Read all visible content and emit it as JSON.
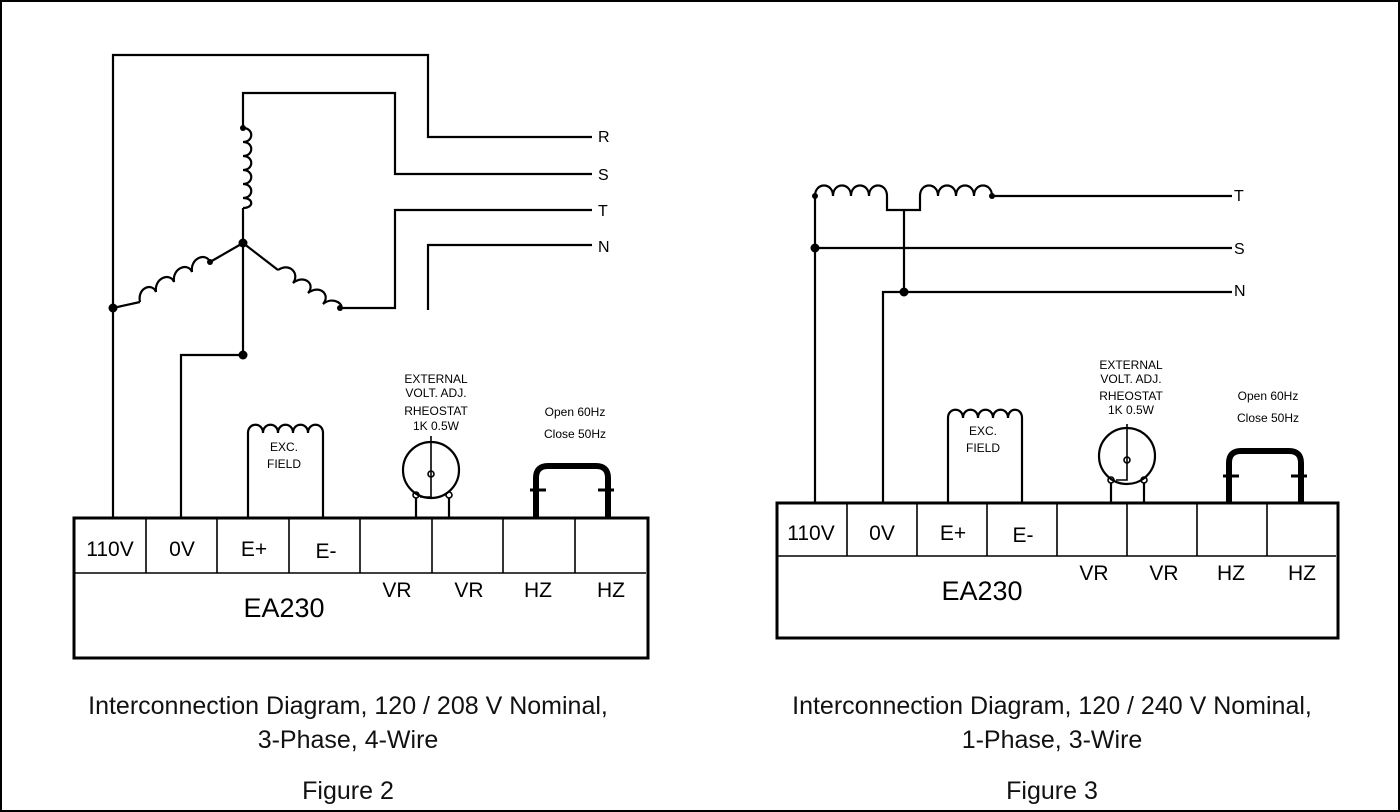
{
  "figure2": {
    "lines": [
      "R",
      "S",
      "T",
      "N"
    ],
    "terminals_top": [
      "110V",
      "0V",
      "E+",
      "E-",
      "",
      "",
      "",
      ""
    ],
    "terminals_bottom": [
      "VR",
      "VR",
      "HZ",
      "HZ"
    ],
    "regulator": "EA230",
    "exc_field": [
      "EXC.",
      "FIELD"
    ],
    "rheostat": [
      "EXTERNAL",
      "VOLT. ADJ.",
      "RHEOSTAT",
      "1K 0.5W"
    ],
    "jumper_note": [
      "Open  60Hz",
      "Close 50Hz"
    ],
    "caption_line1": "Interconnection Diagram, 120 / 208 V Nominal,",
    "caption_line2": "3-Phase, 4-Wire",
    "figure_label": "Figure 2"
  },
  "figure3": {
    "lines": [
      "T",
      "S",
      "N"
    ],
    "terminals_top": [
      "110V",
      "0V",
      "E+",
      "E-",
      "",
      "",
      "",
      ""
    ],
    "terminals_bottom": [
      "VR",
      "VR",
      "HZ",
      "HZ"
    ],
    "regulator": "EA230",
    "exc_field": [
      "EXC.",
      "FIELD"
    ],
    "rheostat": [
      "EXTERNAL",
      "VOLT. ADJ.",
      "RHEOSTAT",
      "1K 0.5W"
    ],
    "jumper_note": [
      "Open  60Hz",
      "Close 50Hz"
    ],
    "caption_line1": "Interconnection Diagram, 120 / 240 V Nominal,",
    "caption_line2": "1-Phase, 3-Wire",
    "figure_label": "Figure 3"
  }
}
